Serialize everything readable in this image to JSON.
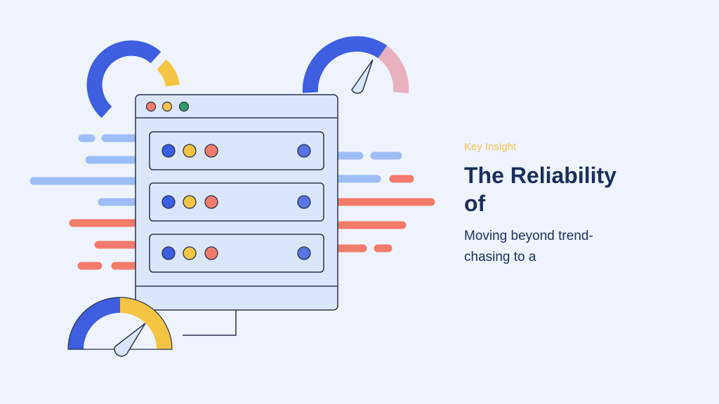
{
  "text_panel": {
    "eyebrow": "Key Insight",
    "title": "The Reliability of",
    "subtitle": "Moving beyond trend-chasing to a"
  },
  "illustration": {
    "icons": [
      "server-rack-icon",
      "gauge-icon"
    ],
    "colors": {
      "background": "#eef3fd",
      "primary_blue": "#3d5fe0",
      "amber": "#f6c443",
      "coral": "#f37b6b",
      "light_blue": "#9fbdf6",
      "pink": "#e8b1bd",
      "outline": "#2a3350",
      "panel_fill": "#dce6fb"
    }
  }
}
